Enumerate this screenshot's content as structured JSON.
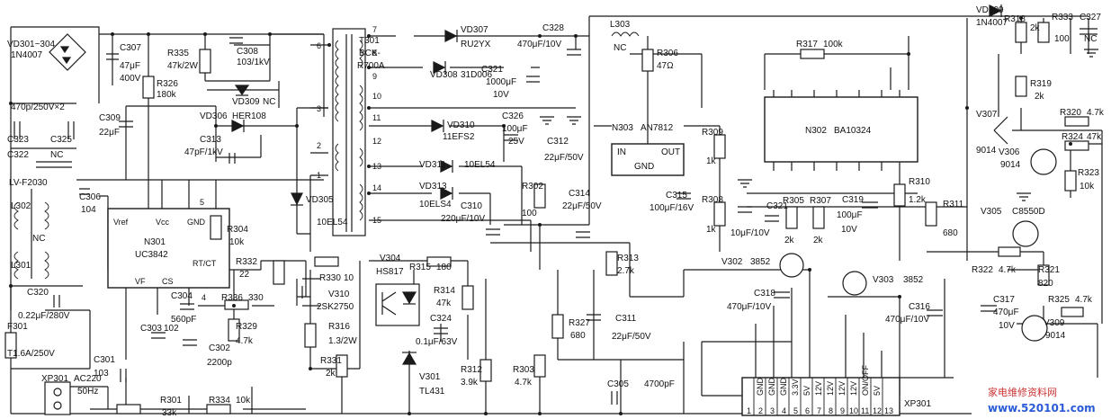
{
  "labels": {
    "vd301": "VD301~304",
    "vd301t": "1N4007",
    "c307": "C307",
    "c307v": "47μF",
    "c307vv": "400V",
    "r335": "R335",
    "r335v": "47k/2W",
    "c308": "C308",
    "c308v": "103/1kV",
    "r326": "R326",
    "r326v": "180k",
    "vd309a": "VD309",
    "vd309av": "NC",
    "t301": "T301",
    "t301a": "BCK-",
    "t301b": "R700A",
    "vd307": "VD307",
    "vd307v": "RU2YX",
    "vd308": "VD308",
    "vd308v": "31D006",
    "c328": "C328",
    "c328v": "470μF/10V",
    "l303": "L303",
    "l303v": "NC",
    "r306": "R306",
    "r306v": "47Ω",
    "c321": "C321",
    "c321v1": "1000μF",
    "c321v2": "10V",
    "r317": "R317",
    "r317v": "100k",
    "vd309": "VD309",
    "vd309v": "1N4007",
    "r318": "R318",
    "r318v": "2k",
    "r333": "R333",
    "r333v": "100",
    "c327": "C327",
    "c327v": "NC",
    "r319": "R319",
    "r319v": "2k",
    "c470": "470p/250V×2",
    "c323": "C323",
    "c325": "C325",
    "c309": "C309",
    "c309v": "22μF",
    "vd306": "VD306",
    "vd306v": "HER108",
    "c313": "C313",
    "c313v": "47pF/1kV",
    "vd310": "VD310",
    "vd310v": "11EFS2",
    "c326": "C326",
    "c326v1": "100μF",
    "c326v2": "25V",
    "c312": "C312",
    "c312v": "22μF/50V",
    "n303": "N303",
    "n303v": "AN7812",
    "n303in": "IN",
    "n303out": "OUT",
    "n303gnd": "GND",
    "n302": "N302",
    "n302v": "BA10324",
    "v307": "V307",
    "v307v": "9014",
    "r320": "R320",
    "r320v": "4.7k",
    "v306": "V306",
    "v306v": "9014",
    "r324": "R324",
    "r324v": "47k",
    "r323": "R323",
    "r323v": "10k",
    "c322": "C322",
    "c322v": "NC",
    "lv": "LV-F2030",
    "c306": "C306",
    "c306v": "104",
    "vd311": "VD311",
    "vd311v": "10EL54",
    "vd313": "VD313",
    "vd313v": "10ELS4",
    "c310": "C310",
    "c310v": "220μF/10V",
    "r302": "R302",
    "r302v": "100",
    "c314": "C314",
    "c314v": "22μF/50V",
    "c315": "C315",
    "c315v": "100μF/16V",
    "r309": "R309",
    "r309v": "1k",
    "r308": "R308",
    "r308v": "1k",
    "c10": "10μF/10V",
    "c321b": "C321",
    "r305": "R305",
    "r305v": "2k",
    "r307": "R307",
    "r307v": "2k",
    "c319": "C319",
    "c319v1": "100μF",
    "c319v2": "10V",
    "r310": "R310",
    "r310v": "1.2k",
    "r311": "R311",
    "r311v": "680",
    "v305": "V305",
    "v305v": "C8550D",
    "l302": "L302",
    "nc": "NC",
    "l301": "L301",
    "n301": "N301",
    "n301v": "UC3842",
    "vref": "Vref",
    "vcc": "Vcc",
    "gnd": "GND",
    "vfb": "VF",
    "cs": "CS",
    "rtct": "RT/CT",
    "r304": "R304",
    "r304v": "10k",
    "vd305": "VD305",
    "vd305v": "10EL54",
    "v304": "V304",
    "v304v": "HS817",
    "r315": "R315",
    "r315v": "180",
    "r313": "R313",
    "r313v": "2.7k",
    "v302": "V302",
    "v302v": "3852",
    "v303": "V303",
    "v303v": "3852",
    "r322": "R322",
    "r322v": "4.7k",
    "r321": "R321",
    "r321v": "820",
    "c320": "C320",
    "c320v": "0.22μF/280V",
    "r332": "R332",
    "r332v": "22",
    "r330": "R330",
    "r330v": "10",
    "v310": "V310",
    "v310v": "2SK2750",
    "r314": "R314",
    "r314v": "47k",
    "c318": "C318",
    "c318v": "470μF/10V",
    "c316": "C316",
    "c316v": "470μF/10V",
    "c317": "C317",
    "c317v1": "470μF",
    "c317v2": "10V",
    "r325": "R325",
    "r325v": "4.7k",
    "v309": "V309",
    "v309v": "9014",
    "c304": "C304",
    "c304v": "560pF",
    "r336": "R336",
    "r336v": "330",
    "r329": "R329",
    "r329v": "4.7k",
    "r316": "R316",
    "r316v": "1.3/2W",
    "c324": "C324",
    "c324v": "0.1μF/63V",
    "r327": "R327",
    "r327v": "680",
    "c311": "C311",
    "c311v": "22μF/50V",
    "f301": "F301",
    "f301v": "T1.6A/250V",
    "c303": "C303",
    "c303v": "102",
    "c302": "C302",
    "c302v": "2200p",
    "r331": "R331",
    "r331v": "2k",
    "v301": "V301",
    "v301v": "TL431",
    "r312": "R312",
    "r312v": "3.9k",
    "r303": "R303",
    "r303v": "4.7k",
    "c305": "C305",
    "c305v": "4700pF",
    "c301": "C301",
    "c301v": "103",
    "xp301": "XP301",
    "ac1": "AC220",
    "ac2": "50Hz",
    "r301": "R301",
    "r301v": "33k",
    "r334": "R334",
    "r334v": "10k",
    "xp301b": "XP301",
    "watermark1": "家电维修资料网",
    "watermark2": "www.520101.com"
  },
  "pins": [
    "6",
    "7",
    "8",
    "9",
    "10",
    "11",
    "12",
    "13",
    "14",
    "15",
    "1",
    "2",
    "3",
    "4",
    "5"
  ],
  "connector_pins": [
    "1",
    "2",
    "3",
    "4",
    "5",
    "6",
    "7",
    "8",
    "9",
    "10",
    "11",
    "12",
    "13"
  ],
  "connector_signals": [
    "GND",
    "GND",
    "GND",
    "3.3V",
    "5V",
    "12V",
    "12V",
    "12V",
    "12V",
    "ON/OFF",
    "5V"
  ]
}
